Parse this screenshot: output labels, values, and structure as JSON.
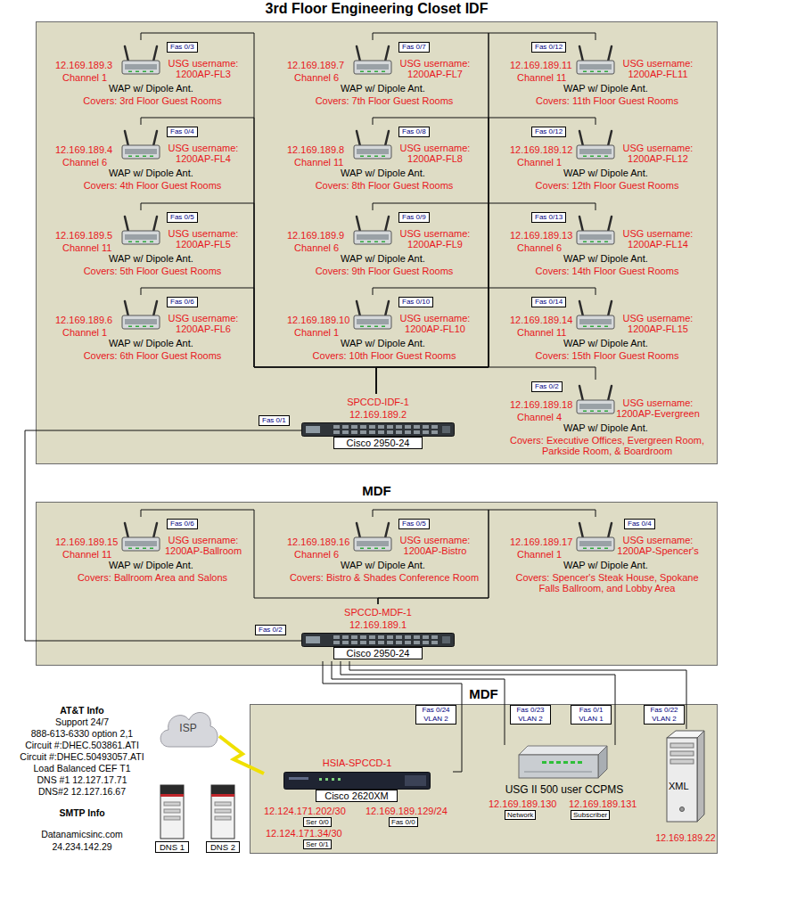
{
  "diagram": {
    "nodes": [
      {
        "text": [
          "3rd Floor Engineering Closet IDF"
        ]
      },
      {
        "text": [
          "Fas 0/3",
          "12.169.189.3",
          "Channel 1",
          "USG username: 1200AP-FL3",
          "WAP w/ Dipole Ant.",
          "Covers: 3rd Floor Guest Rooms"
        ],
        "in": 0
      },
      {
        "text": [
          "Fas 0/7",
          "12.169.189.7",
          "Channel 6",
          "USG username: 1200AP-FL7",
          "WAP w/ Dipole Ant.",
          "Covers: 7th Floor Guest Rooms"
        ],
        "in": 0
      },
      {
        "text": [
          "Fas 0/12",
          "12.169.189.11",
          "Channel 11",
          "USG username: 1200AP-FL11",
          "WAP w/ Dipole Ant.",
          "Covers: 11th Floor Guest Rooms"
        ],
        "in": 0
      },
      {
        "text": [
          "Fas 0/4",
          "12.169.189.4",
          "Channel 6",
          "USG username: 1200AP-FL4",
          "WAP w/ Dipole Ant.",
          "Covers: 4th Floor Guest Rooms"
        ],
        "in": 0
      },
      {
        "text": [
          "Fas 0/8",
          "12.169.189.8",
          "Channel 11",
          "USG username: 1200AP-FL8",
          "WAP w/ Dipole Ant.",
          "Covers: 8th Floor Guest Rooms"
        ],
        "in": 0
      },
      {
        "text": [
          "Fas 0/12",
          "12.169.189.12",
          "Channel 1",
          "USG username: 1200AP-FL12",
          "WAP w/ Dipole Ant.",
          "Covers: 12th Floor Guest Rooms"
        ],
        "in": 0
      },
      {
        "text": [
          "Fas 0/5",
          "12.169.189.5",
          "Channel 11",
          "USG username: 1200AP-FL5",
          "WAP w/ Dipole Ant.",
          "Covers: 5th Floor Guest Rooms"
        ],
        "in": 0
      },
      {
        "text": [
          "Fas 0/9",
          "12.169.189.9",
          "Channel 6",
          "USG username: 1200AP-FL9",
          "WAP w/ Dipole Ant.",
          "Covers: 9th Floor Guest Rooms"
        ],
        "in": 0
      },
      {
        "text": [
          "Fas 0/13",
          "12.169.189.13",
          "Channel 6",
          "USG username: 1200AP-FL14",
          "WAP w/ Dipole Ant.",
          "Covers: 14th Floor Guest Rooms"
        ],
        "in": 0
      },
      {
        "text": [
          "Fas 0/6",
          "12.169.189.6",
          "Channel 1",
          "USG username: 1200AP-FL6",
          "WAP w/ Dipole Ant.",
          "Covers: 6th Floor Guest Rooms"
        ],
        "in": 0
      },
      {
        "text": [
          "Fas 0/10",
          "12.169.189.10",
          "Channel 1",
          "USG username: 1200AP-FL10",
          "WAP w/ Dipole Ant.",
          "Covers: 10th Floor Guest Rooms"
        ],
        "in": 0
      },
      {
        "text": [
          "Fas 0/14",
          "12.169.189.14",
          "Channel 11",
          "USG username: 1200AP-FL15",
          "WAP w/ Dipole Ant.",
          "Covers: 15th Floor Guest Rooms"
        ],
        "in": 0
      },
      {
        "text": [
          "SPCCD-IDF-1",
          "12.169.189.2",
          "Cisco 2950-24"
        ],
        "in": 0
      },
      {
        "text": [
          "Fas 0/2",
          "12.169.189.18",
          "Channel 4",
          "USG username: 1200AP-Evergreen",
          "WAP w/ Dipole Ant.",
          "Covers: Executive Offices, Evergreen Room, Parkside Room, & Boardroom"
        ],
        "in": 0
      },
      {
        "text": [
          "MDF"
        ]
      },
      {
        "text": [
          "Fas 0/6",
          "12.169.189.15",
          "Channel 11",
          "USG username: 1200AP-Ballroom",
          "WAP w/ Dipole Ant.",
          "Covers: Ballroom Area and Salons"
        ],
        "in": 15
      },
      {
        "text": [
          "Fas 0/5",
          "12.169.189.16",
          "Channel 6",
          "USG username: 1200AP-Bistro",
          "WAP w/ Dipole Ant.",
          "Covers: Bistro & Shades Conference Room"
        ],
        "in": 15
      },
      {
        "text": [
          "Fas 0/4",
          "12.169.189.17",
          "Channel 1",
          "USG username: 1200AP-Spencer's",
          "WAP w/ Dipole Ant.",
          "Covers: Spencer's Steak House, Spokane Falls Ballroom, and Lobby Area"
        ],
        "in": 15
      },
      {
        "text": [
          "SPCCD-MDF-1",
          "12.169.189.1",
          "Cisco 2950-24"
        ],
        "in": 15
      },
      {
        "text": [
          "MDF"
        ]
      },
      {
        "text": [
          "HSIA-SPCCD-1",
          "Cisco 2620XM",
          "12.124.171.202/30",
          "Ser 0/0",
          "12.124.171.34/30",
          "Ser 0/1",
          "12.169.189.129/24",
          "Fas 0/0"
        ],
        "in": 20
      },
      {
        "text": [
          "USG II 500 user CCPMS",
          "12.169.189.130",
          "Network",
          "12.169.189.131",
          "Subscriber"
        ],
        "in": 20
      },
      {
        "text": [
          "XML",
          "12.169.189.22"
        ],
        "in": 20
      },
      {
        "text": [
          "ISP"
        ]
      },
      {
        "text": [
          "DNS 1"
        ]
      },
      {
        "text": [
          "DNS 2"
        ]
      }
    ],
    "edges": [
      {
        "from": 13,
        "to": 1,
        "arrow": "none"
      },
      {
        "from": 13,
        "to": 2,
        "arrow": "none"
      },
      {
        "from": 13,
        "to": 3,
        "arrow": "none"
      },
      {
        "from": 13,
        "to": 4,
        "arrow": "none"
      },
      {
        "from": 13,
        "to": 5,
        "arrow": "none"
      },
      {
        "from": 13,
        "to": 6,
        "arrow": "none"
      },
      {
        "from": 13,
        "to": 7,
        "arrow": "none"
      },
      {
        "from": 13,
        "to": 8,
        "arrow": "none"
      },
      {
        "from": 13,
        "to": 9,
        "arrow": "none"
      },
      {
        "from": 13,
        "to": 10,
        "arrow": "none"
      },
      {
        "from": 13,
        "to": 11,
        "arrow": "none"
      },
      {
        "from": 13,
        "to": 12,
        "arrow": "none"
      },
      {
        "from": 13,
        "to": 14,
        "arrow": "none"
      },
      {
        "from": 13,
        "to": 19,
        "arrow": "none"
      },
      {
        "from": 19,
        "to": 16,
        "arrow": "none"
      },
      {
        "from": 19,
        "to": 17,
        "arrow": "none"
      },
      {
        "from": 19,
        "to": 18,
        "arrow": "none"
      },
      {
        "from": 19,
        "to": 21,
        "arrow": "none",
        "label": "Fas 0/24 VLAN 2"
      },
      {
        "from": 19,
        "to": 22,
        "arrow": "none",
        "label": "Fas 0/23 VLAN 2"
      },
      {
        "from": 19,
        "to": 22,
        "arrow": "none",
        "label": "Fas 0/1 VLAN 1"
      },
      {
        "from": 19,
        "to": 23,
        "arrow": "none",
        "label": "Fas 0/22 VLAN 2"
      },
      {
        "from": 24,
        "to": 21,
        "arrow": "none"
      }
    ],
    "labels": [
      "Fas 0/1",
      "Fas 0/2",
      "AT&T Info",
      "Support 24/7",
      "888-613-6330 option 2,1",
      "Circuit #:DHEC.503861.ATI",
      "Circuit #:DHEC.50493057.ATI",
      "Load Balanced CEF T1",
      "DNS #1 12.127.17.71",
      "DNS#2 12.127.16.67",
      "SMTP Info",
      "Datanamicsinc.com",
      "24.234.142.29"
    ]
  }
}
